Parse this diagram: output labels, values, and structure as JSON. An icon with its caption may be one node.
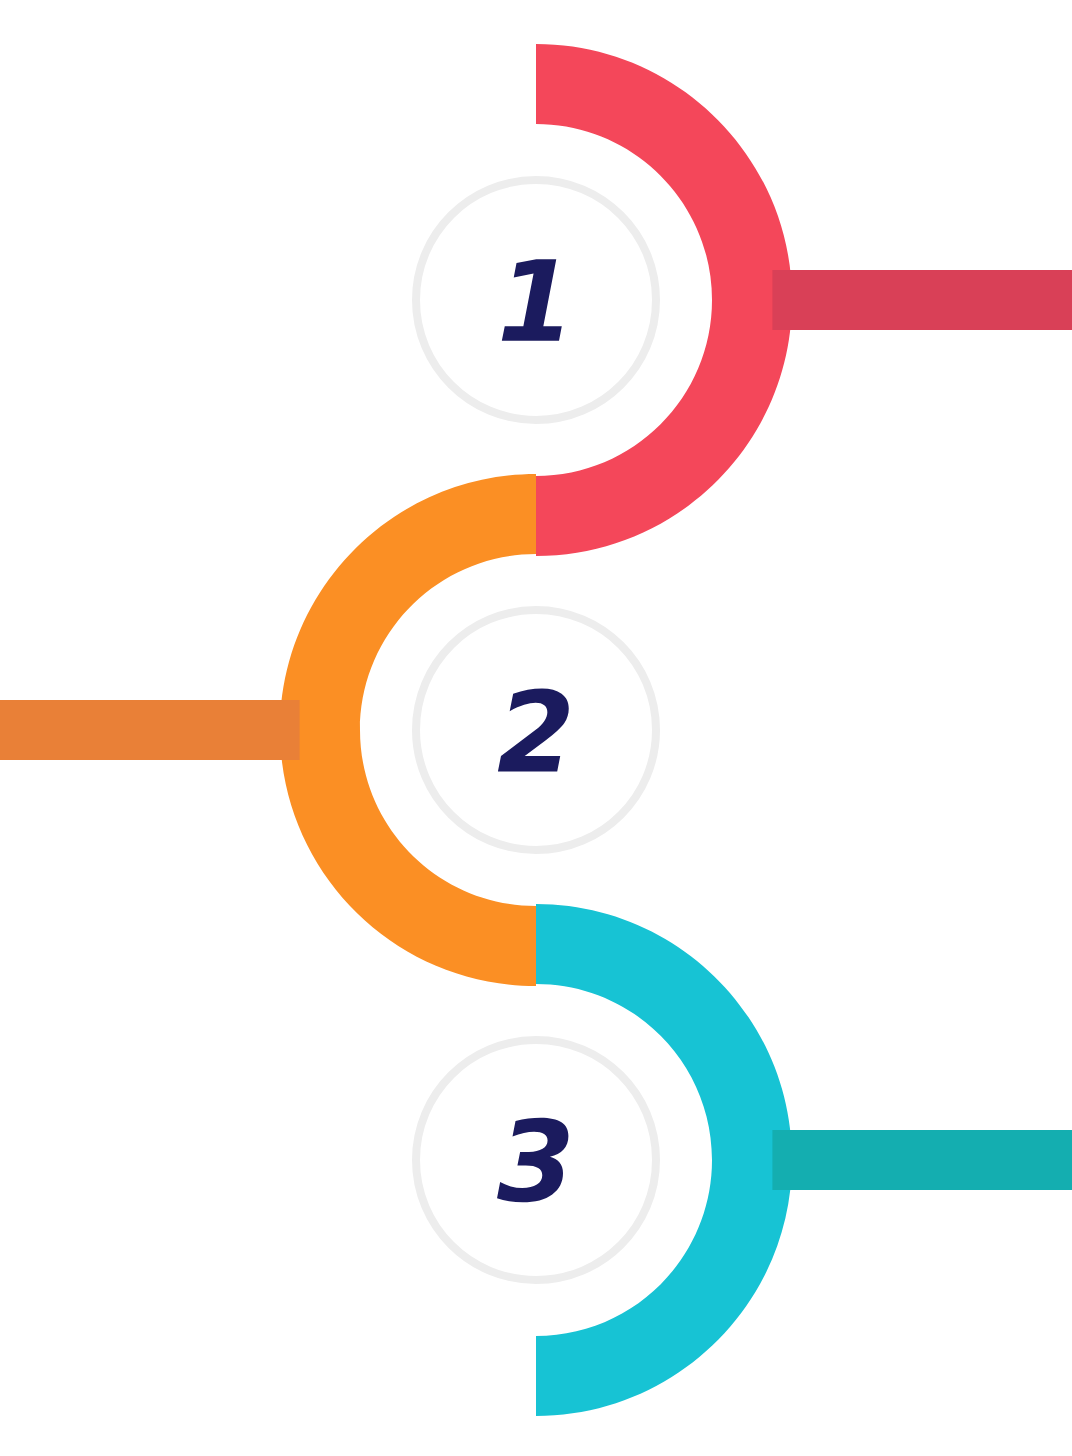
{
  "diagram": {
    "nodes": [
      {
        "text": [
          "1"
        ]
      },
      {
        "text": [
          "2"
        ]
      },
      {
        "text": [
          "3"
        ]
      },
      {
        "text": [],
        "shape": "arc"
      },
      {
        "text": [],
        "shape": "arc"
      },
      {
        "text": [],
        "shape": "arc"
      }
    ],
    "edges": [
      {
        "from": 3,
        "to": null,
        "arrow": "none",
        "color": "#d94057"
      },
      {
        "from": 4,
        "to": null,
        "arrow": "none",
        "color": "#e98037"
      },
      {
        "from": 5,
        "to": null,
        "arrow": "none",
        "color": "#14aeb0"
      }
    ]
  }
}
